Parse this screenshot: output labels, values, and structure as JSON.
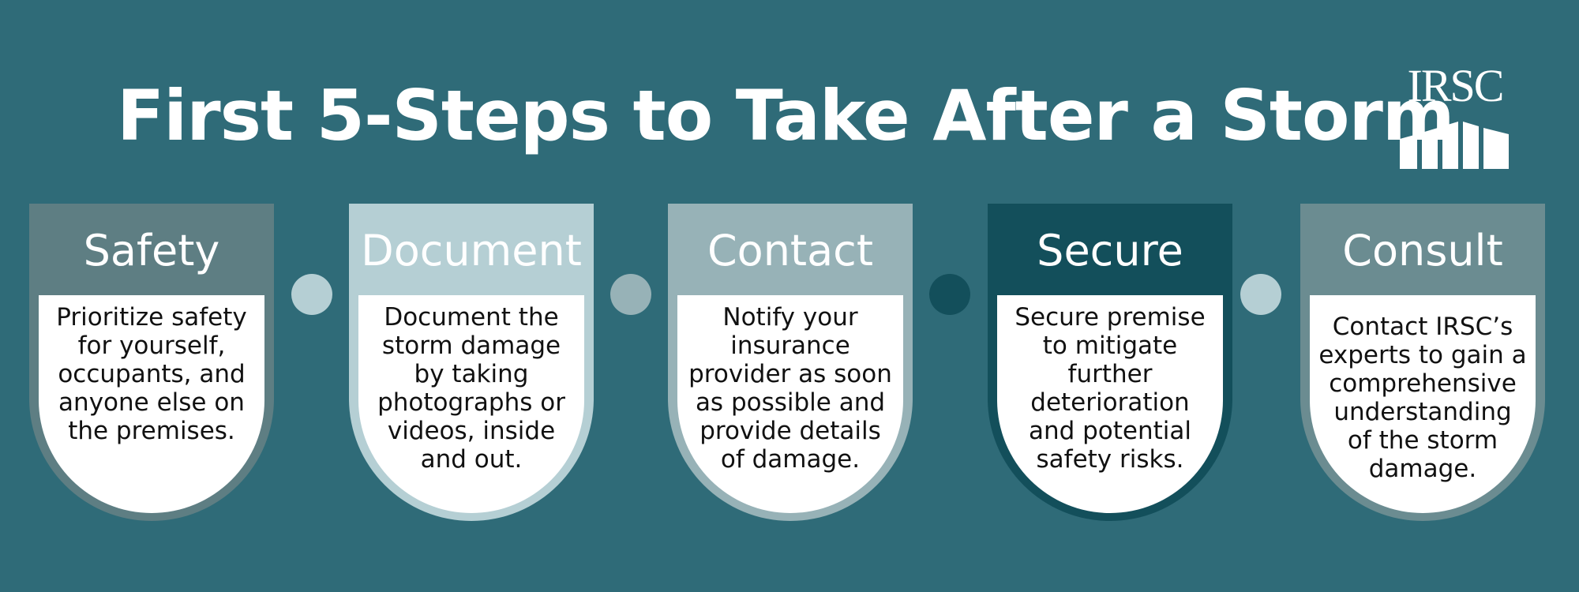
{
  "title": "First 5-Steps to Take After a Storm",
  "logo": {
    "text": "IRSC",
    "icon": "building-columns-icon"
  },
  "steps": [
    {
      "label": "Safety",
      "text": "Prioritize safety\nfor yourself,\noccupants, and\nanyone else on\nthe premises.",
      "color": "#5e7e83"
    },
    {
      "label": "Document",
      "text": "Document the\nstorm damage\nby taking\nphotographs or\nvideos, inside\nand out.",
      "color": "#b5cfd4"
    },
    {
      "label": "Contact",
      "text": "Notify your\ninsurance\nprovider as soon\nas possible and\nprovide details\nof damage.",
      "color": "#97b2b7"
    },
    {
      "label": "Secure",
      "text": "Secure premise\nto mitigate\nfurther\ndeterioration\nand potential\nsafety risks.",
      "color": "#134f5b"
    },
    {
      "label": "Consult",
      "text": "Contact IRSC’s\nexperts to gain a\ncomprehensive\nunderstanding\nof the storm\ndamage.",
      "color": "#6b8c91"
    }
  ],
  "connectors": [
    {
      "color": "#b5cfd4"
    },
    {
      "color": "#97b2b7"
    },
    {
      "color": "#134f5b"
    },
    {
      "color": "#b5cfd4"
    }
  ]
}
